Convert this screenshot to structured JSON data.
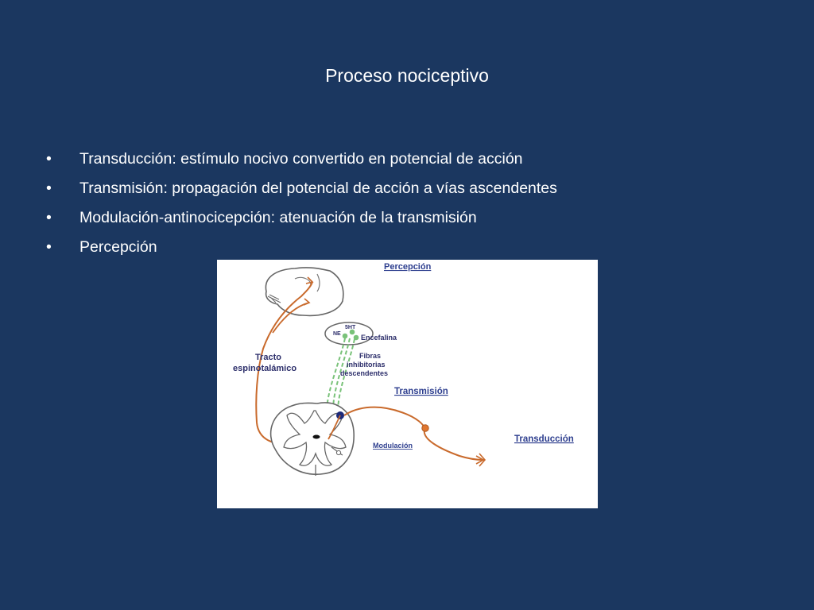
{
  "slide": {
    "title": "Proceso nociceptivo",
    "bullet_symbol": "•",
    "bullets": [
      "Transducción: estímulo nocivo convertido en potencial de acción",
      "Transmisión: propagación del potencial de acción a vías ascendentes",
      "Modulación-antinocicepción: atenuación de la transmisión",
      "Percepción"
    ]
  },
  "figure": {
    "labels": {
      "percepcion": "Percepción",
      "ne": "NE",
      "sht": "5HT",
      "encefalina": "Encefalina",
      "tracto_line1": "Tracto",
      "tracto_line2": "espinotalámico",
      "fibras_line1": "Fibras",
      "fibras_line2": "inhibitorias",
      "fibras_line3": "descendentes",
      "transmision": "Transmisión",
      "modulacion": "Modulación",
      "transduccion": "Transducción"
    },
    "colors": {
      "background": "#1b3760",
      "nerve_path": "#c96a2c",
      "inhibitory_fibers": "#79c279",
      "label_text": "#2e3f8f",
      "outline": "#555555"
    }
  }
}
